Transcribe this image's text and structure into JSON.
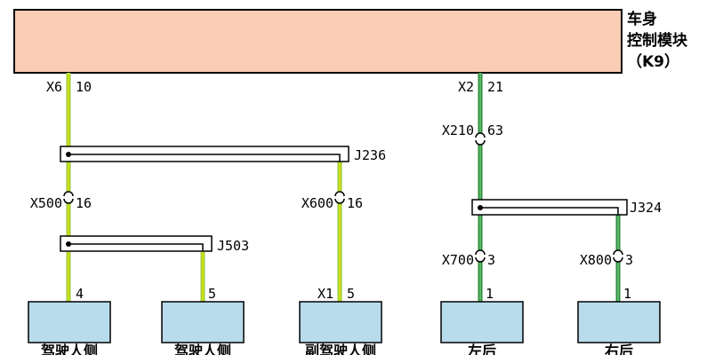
{
  "module": {
    "name_line1": "车身",
    "name_line2": "控制模块",
    "name_line3": "（K9）",
    "fill": "#f9ccb4"
  },
  "colors": {
    "yellow_green_wire": "#9ccc3c",
    "yellow_green_stripe": "#e6e600",
    "green_wire": "#2e8b3a",
    "green_stripe": "#6fc57a",
    "component_fill": "#b9dcec",
    "splice_stroke": "#000000"
  },
  "left_circuit": {
    "module_connector": "X6",
    "module_pin": "10",
    "splice_top": "J236",
    "conn_left": "X500",
    "conn_left_pin": "16",
    "conn_right": "X600",
    "conn_right_pin": "16",
    "splice_bottom": "J503",
    "pin_a": "4",
    "pin_b": "5",
    "pin_c_connector": "X1",
    "pin_c": "5"
  },
  "right_circuit": {
    "module_connector": "X2",
    "module_pin": "21",
    "inline_connector": "X210",
    "inline_pin": "63",
    "splice": "J324",
    "conn_left": "X700",
    "conn_left_pin": "3",
    "conn_right": "X800",
    "conn_right_pin": "3",
    "pin_d": "1",
    "pin_e": "1"
  },
  "components": [
    {
      "label": "驾驶人侧"
    },
    {
      "label": "驾驶人侧"
    },
    {
      "label": "副驾驶人侧"
    },
    {
      "label": "左后"
    },
    {
      "label": "右后"
    }
  ]
}
